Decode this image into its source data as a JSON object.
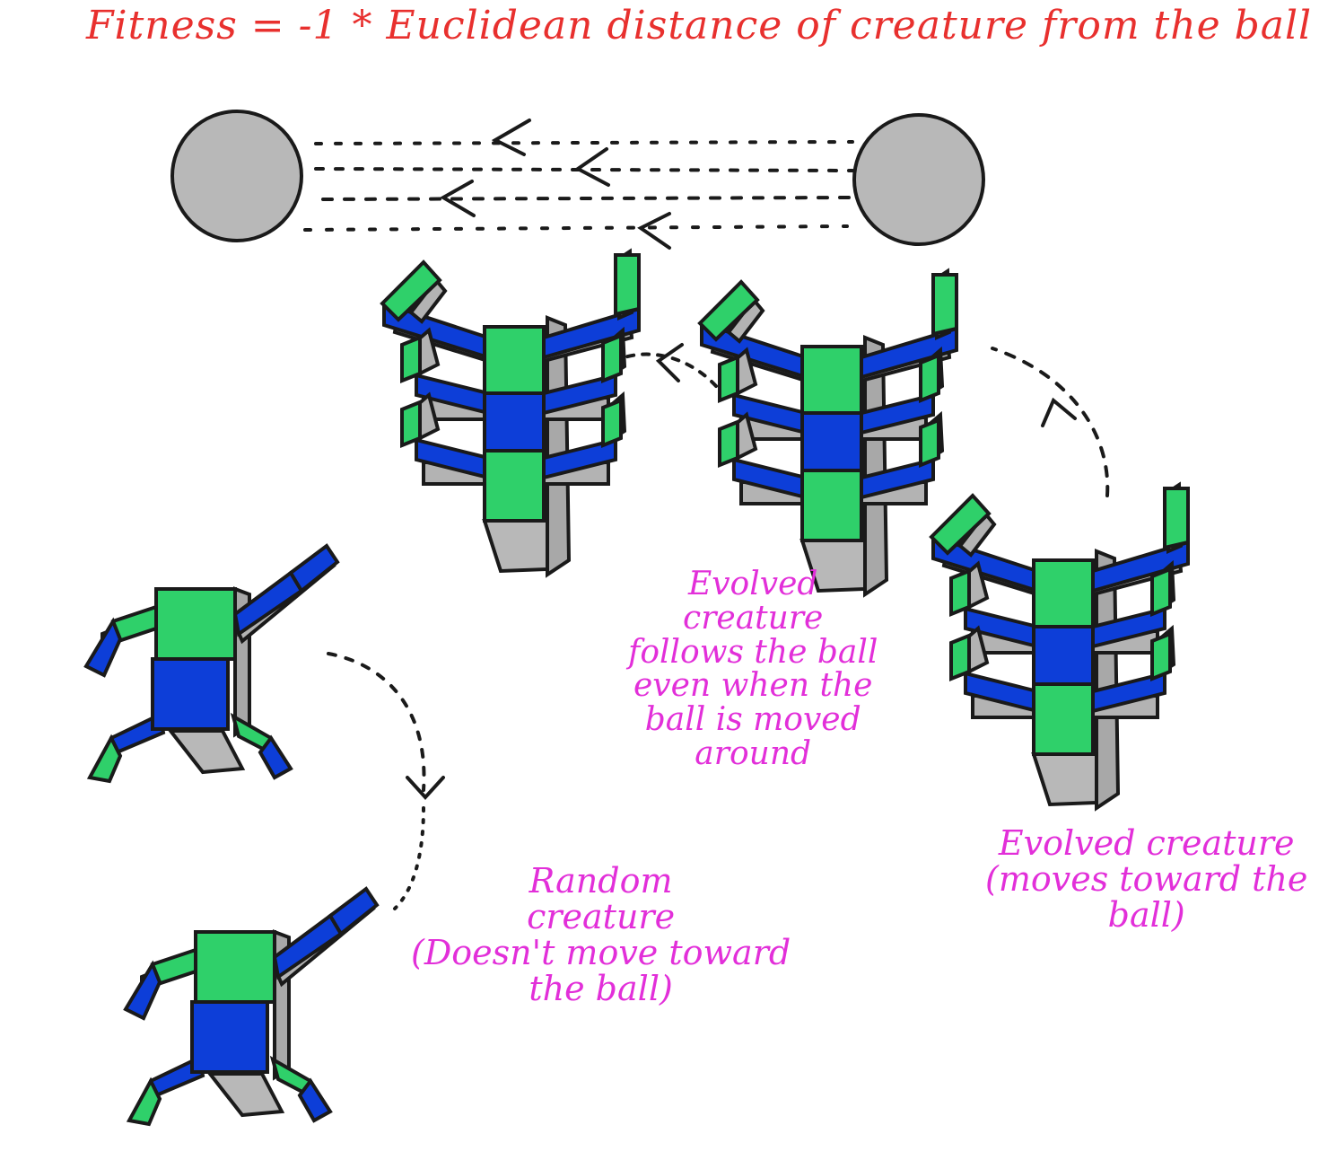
{
  "title": "Fitness = -1 * Euclidean distance of creature from the ball",
  "labels": {
    "evolved_follow": [
      "Evolved",
      "creature",
      "follows the ball",
      "even when the",
      "ball is moved",
      "around"
    ],
    "evolved_toward": [
      "Evolved creature",
      "(moves toward the",
      "ball)"
    ],
    "random": [
      "Random",
      "creature",
      "(Doesn't move toward",
      "the ball)"
    ]
  },
  "colors": {
    "title": "#e8302e",
    "annotation": "#e22fd9",
    "block_green": "#2fd06a",
    "block_blue": "#0d3ed8",
    "block_gray": "#b3b3b3",
    "ball": "#b8b8b8",
    "outline": "#1a1a1a"
  }
}
